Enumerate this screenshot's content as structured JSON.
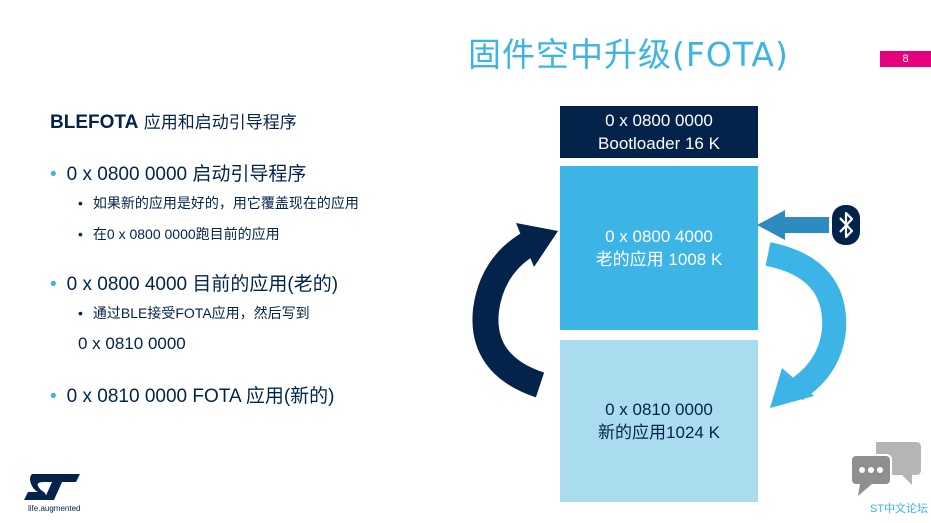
{
  "title": "固件空中升级(FOTA)",
  "page_number": "8",
  "heading": {
    "lead": "BLEFOTA",
    "rest": " 应用和启动引导程序"
  },
  "bullets": {
    "b1": "0 x 0800 0000 启动引导程序",
    "b1_sub1": "如果新的应用是好的，用它覆盖现在的应用",
    "b1_sub2": "在0 x 0800 0000跑目前的应用",
    "b2": "0 x 0800 4000 目前的应用(老的)",
    "b2_sub1": "通过BLE接受FOTA应用，然后写到",
    "b2_sub1_cont": "0 x 0810 0000",
    "b3": "0 x 0810 0000 FOTA 应用(新的)"
  },
  "memory": {
    "boot": {
      "addr": "0 x 0800 0000",
      "label": "Bootloader 16 K"
    },
    "old": {
      "addr": "0 x 0800 4000",
      "label": "老的应用 1008 K"
    },
    "new": {
      "addr": "0 x 0810 0000",
      "label": "新的应用1024 K"
    }
  },
  "logo": {
    "tagline": "life.augmented"
  },
  "forum_caption": "ST中文论坛",
  "icons": [
    "bluetooth-icon",
    "chat-bubbles-icon",
    "st-logo"
  ],
  "colors": {
    "navy": "#03234b",
    "blue": "#3cb4e5",
    "lightblue": "#aadcf0",
    "magenta": "#e6007e"
  }
}
